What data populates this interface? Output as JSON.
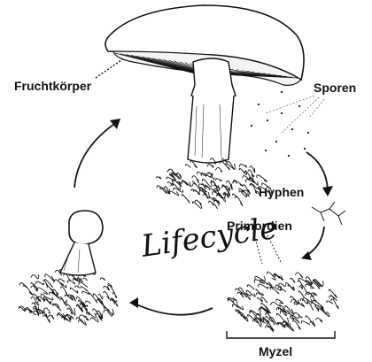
{
  "labels": {
    "fruchtkoerper": "Fruchtkörper",
    "sporen": "Sporen",
    "hyphen": "Hyphen",
    "primordien": "Primordien",
    "myzel": "Myzel",
    "lifecycle": "Lifecycle"
  },
  "stages": [
    "Fruchtkörper",
    "Sporen",
    "Hyphen",
    "Primordien",
    "Myzel"
  ],
  "colors": {
    "ink": "#111111",
    "paper": "#ffffff"
  }
}
